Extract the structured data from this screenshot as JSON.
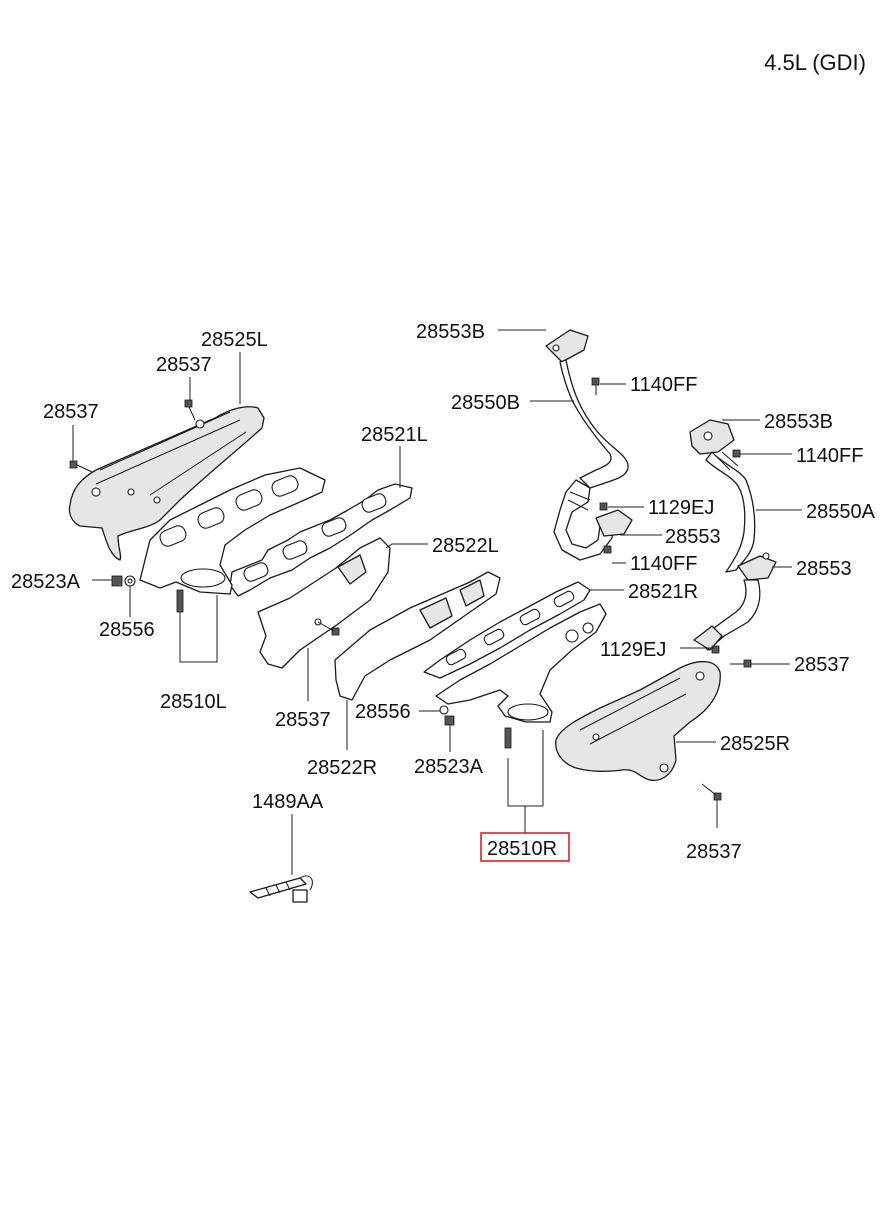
{
  "engine_label": "4.5L (GDI)",
  "highlight_color": "#e02020",
  "labels": {
    "p28525L": "28525L",
    "p28537_top": "28537",
    "p28537_left": "28537",
    "p28521L": "28521L",
    "p28522L": "28522L",
    "p28523A_left": "28523A",
    "p28556_left": "28556",
    "p28510L": "28510L",
    "p28537_mid": "28537",
    "p28522R": "28522R",
    "p28556_mid": "28556",
    "p28523A_mid": "28523A",
    "p28553B_top": "28553B",
    "p28550B": "28550B",
    "p1140FF_1": "1140FF",
    "p1129EJ_1": "1129EJ",
    "p28553_1": "28553",
    "p1140FF_2": "1140FF",
    "p28521R": "28521R",
    "p28553B_right": "28553B",
    "p1140FF_3": "1140FF",
    "p28550A": "28550A",
    "p28553_2": "28553",
    "p1129EJ_2": "1129EJ",
    "p28537_right": "28537",
    "p28525R": "28525R",
    "p28537_bottom": "28537",
    "p1489AA": "1489AA",
    "p28510R": "28510R"
  }
}
